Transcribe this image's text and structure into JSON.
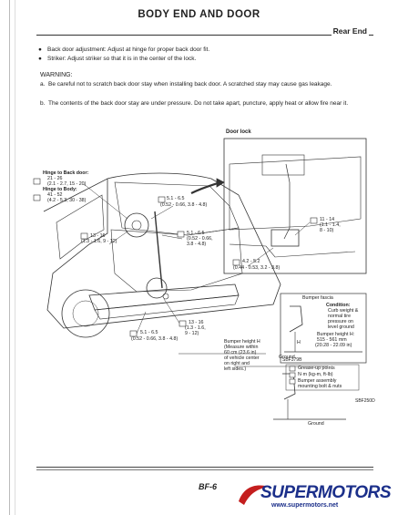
{
  "header": {
    "title": "BODY END AND DOOR",
    "section": "Rear End"
  },
  "bullets": [
    "Back door adjustment: Adjust at hinge for proper back door fit.",
    "Striker: Adjust striker so that it is in the center of the lock."
  ],
  "warning": {
    "heading": "WARNING:",
    "items": [
      {
        "label": "a.",
        "text": "Be careful not to scratch back door stay when installing back door. A scratched stay may cause gas leakage."
      },
      {
        "label": "b.",
        "text": "The contents of the back door stay are under pressure. Do not take apart, puncture, apply heat or allow fire near it."
      }
    ]
  },
  "figure": {
    "hinge_back_label": "Hinge to Back door:",
    "hinge_back_val1": "21 - 26",
    "hinge_back_val2": "(2.1 - 2.7, 15 - 20)",
    "hinge_body_label": "Hinge to Body:",
    "hinge_body_val1": "41 - 52",
    "hinge_body_val2": "(4.2 - 5.3, 30 - 38)",
    "torque_51a_1": "5.1 - 6.5",
    "torque_51a_2": "(0.52 - 0.66, 3.8 - 4.8)",
    "torque_51b_1": "5.1 - 6.5",
    "torque_51b_2": "(0.52 - 0.66,",
    "torque_51b_3": "3.8 - 4.8)",
    "torque_13a_1": "13 - 16",
    "torque_13a_2": "(1.3 - 1.6, 9 - 12)",
    "torque_13b_1": "13 - 16",
    "torque_13b_2": "(1.3 - 1.6,",
    "torque_13b_3": "9 - 12)",
    "torque_51c_1": "5.1 - 6.5",
    "torque_51c_2": "(0.52 - 0.66, 3.8 - 4.8)",
    "door_lock": "Door lock",
    "torque_11_1": "11 - 14",
    "torque_11_2": "(1.1 - 1.4,",
    "torque_11_3": "8 - 10)",
    "torque_42_1": "4.2 - 5.2",
    "torque_42_2": "(0.44 - 0.53, 3.2 - 3.8)",
    "bumper_height_1": "Bumper height H",
    "bumper_height_2": "(Measure within",
    "bumper_height_3": "60 cm (23.6 in)",
    "bumper_height_4": "of vehicle center",
    "bumper_height_5": "on right and",
    "bumper_height_6": "left sides.)",
    "bumper_fascia": "Bumper fascia",
    "condition_1": "Condition:",
    "condition_2": "Curb weight &",
    "condition_3": "normal tire",
    "condition_4": "pressure on",
    "condition_5": "level ground",
    "bh_1": "Bumper height H:",
    "bh_2": "515 - 561 mm",
    "bh_3": "(20.28 - 22.09 in)",
    "ground_1": "Ground",
    "ground_2": "Ground",
    "code_1": "SBF379B",
    "code_2": "SBF250D",
    "legend_1": "Grease-up points",
    "legend_2": "N·m (kg-m, ft-lb)",
    "legend_3": "Bumper assembly",
    "legend_4": "mounting bolt & nuts",
    "h_mark": "H"
  },
  "footer": {
    "page": "BF-6"
  },
  "watermark": {
    "logo": "SUPERMOTORS",
    "url": "www.supermotors.net"
  }
}
